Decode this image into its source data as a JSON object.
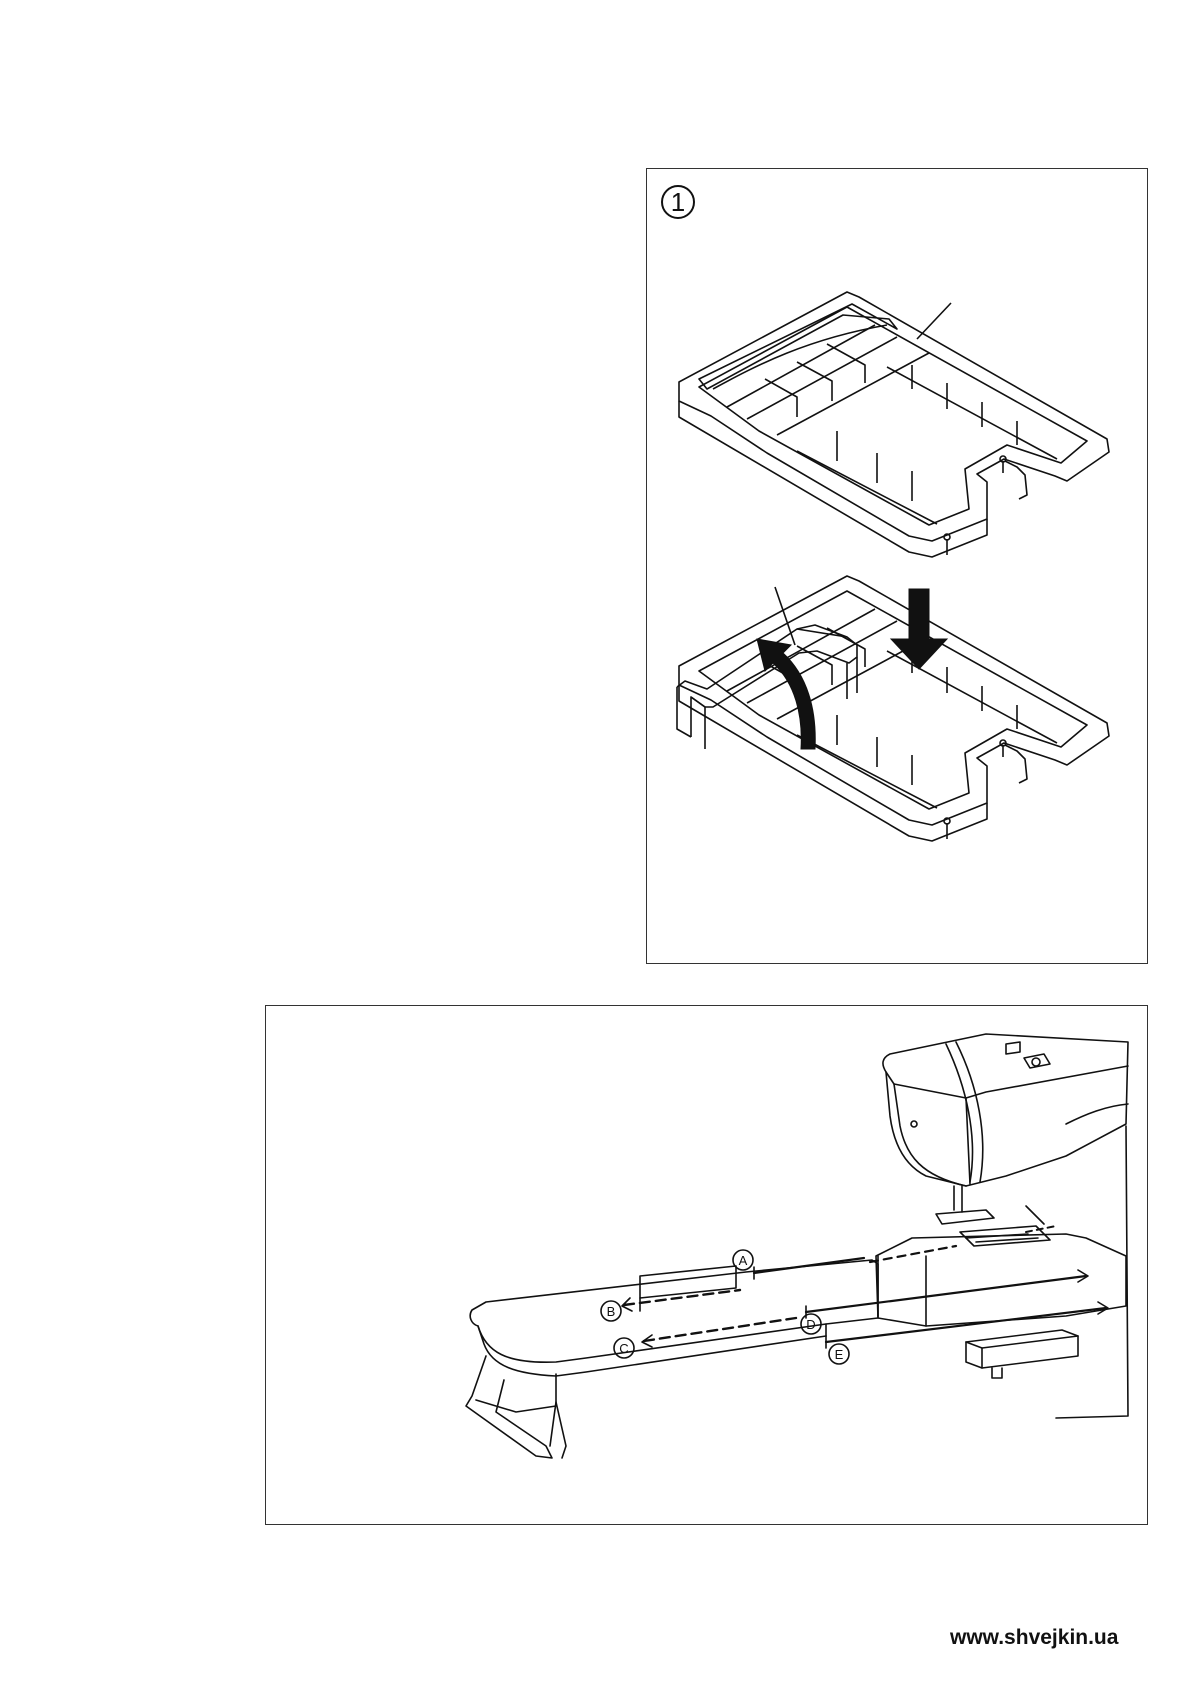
{
  "figure_1": {
    "step_number": "1"
  },
  "figure_2": {
    "labels": {
      "a": "A",
      "b": "B",
      "c": "C",
      "d": "D",
      "e": "E"
    }
  },
  "footer": {
    "site_url": "www.shvejkin.ua"
  }
}
